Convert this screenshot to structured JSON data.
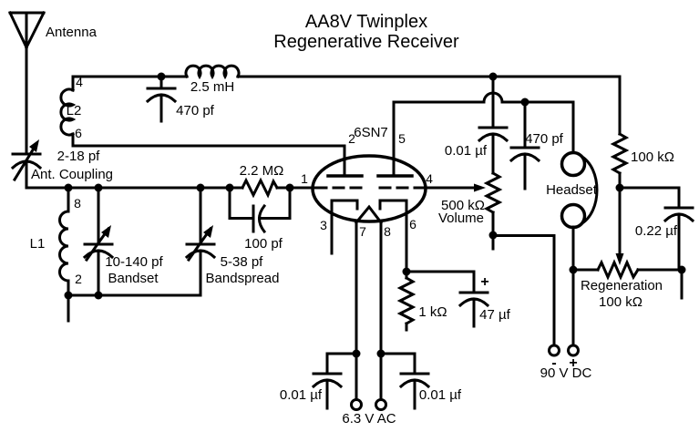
{
  "title": {
    "line1": "AA8V Twinplex",
    "line2": "Regenerative Receiver"
  },
  "labels": {
    "antenna": "Antenna",
    "ant_coupling_value": "2-18 pf",
    "ant_coupling_name": "Ant. Coupling",
    "l2": "L2",
    "l2_pin_top": "4",
    "l2_pin_bottom": "6",
    "rfc": "2.5 mH",
    "tank_cap": "470 pf",
    "l1": "L1",
    "l1_pin_top": "8",
    "l1_pin_bottom": "2",
    "bandset_value": "10-140 pf",
    "bandset_name": "Bandset",
    "bandspread_value": "5-38 pf",
    "bandspread_name": "Bandspread",
    "grid_resistor": "2.2 MΩ",
    "grid_cap": "100 pf",
    "tube": "6SN7",
    "pin1": "1",
    "pin2": "2",
    "pin3": "3",
    "pin4": "4",
    "pin5": "5",
    "pin6": "6",
    "pin7": "7",
    "pin8": "8",
    "coupling_cap": "0.01 µf",
    "volume_value": "500 kΩ",
    "volume_name": "Volume",
    "bypass_cap": "470 pf",
    "headset": "Headset",
    "plate_resistor": "100 kΩ",
    "regen_cap": "0.22 µf",
    "regen_name": "Regeneration",
    "regen_value": "100 kΩ",
    "cathode_resistor": "1 kΩ",
    "filter_cap_polarity": "+",
    "filter_cap": "47 µf",
    "heater_cap_left": "0.01 µf",
    "heater_cap_right": "0.01 µf",
    "heater_supply": "6.3 V AC",
    "supply_minus": "-",
    "supply_plus": "+",
    "supply_label": "90 V DC"
  },
  "colors": {
    "ink": "#000000",
    "background": "#ffffff"
  }
}
